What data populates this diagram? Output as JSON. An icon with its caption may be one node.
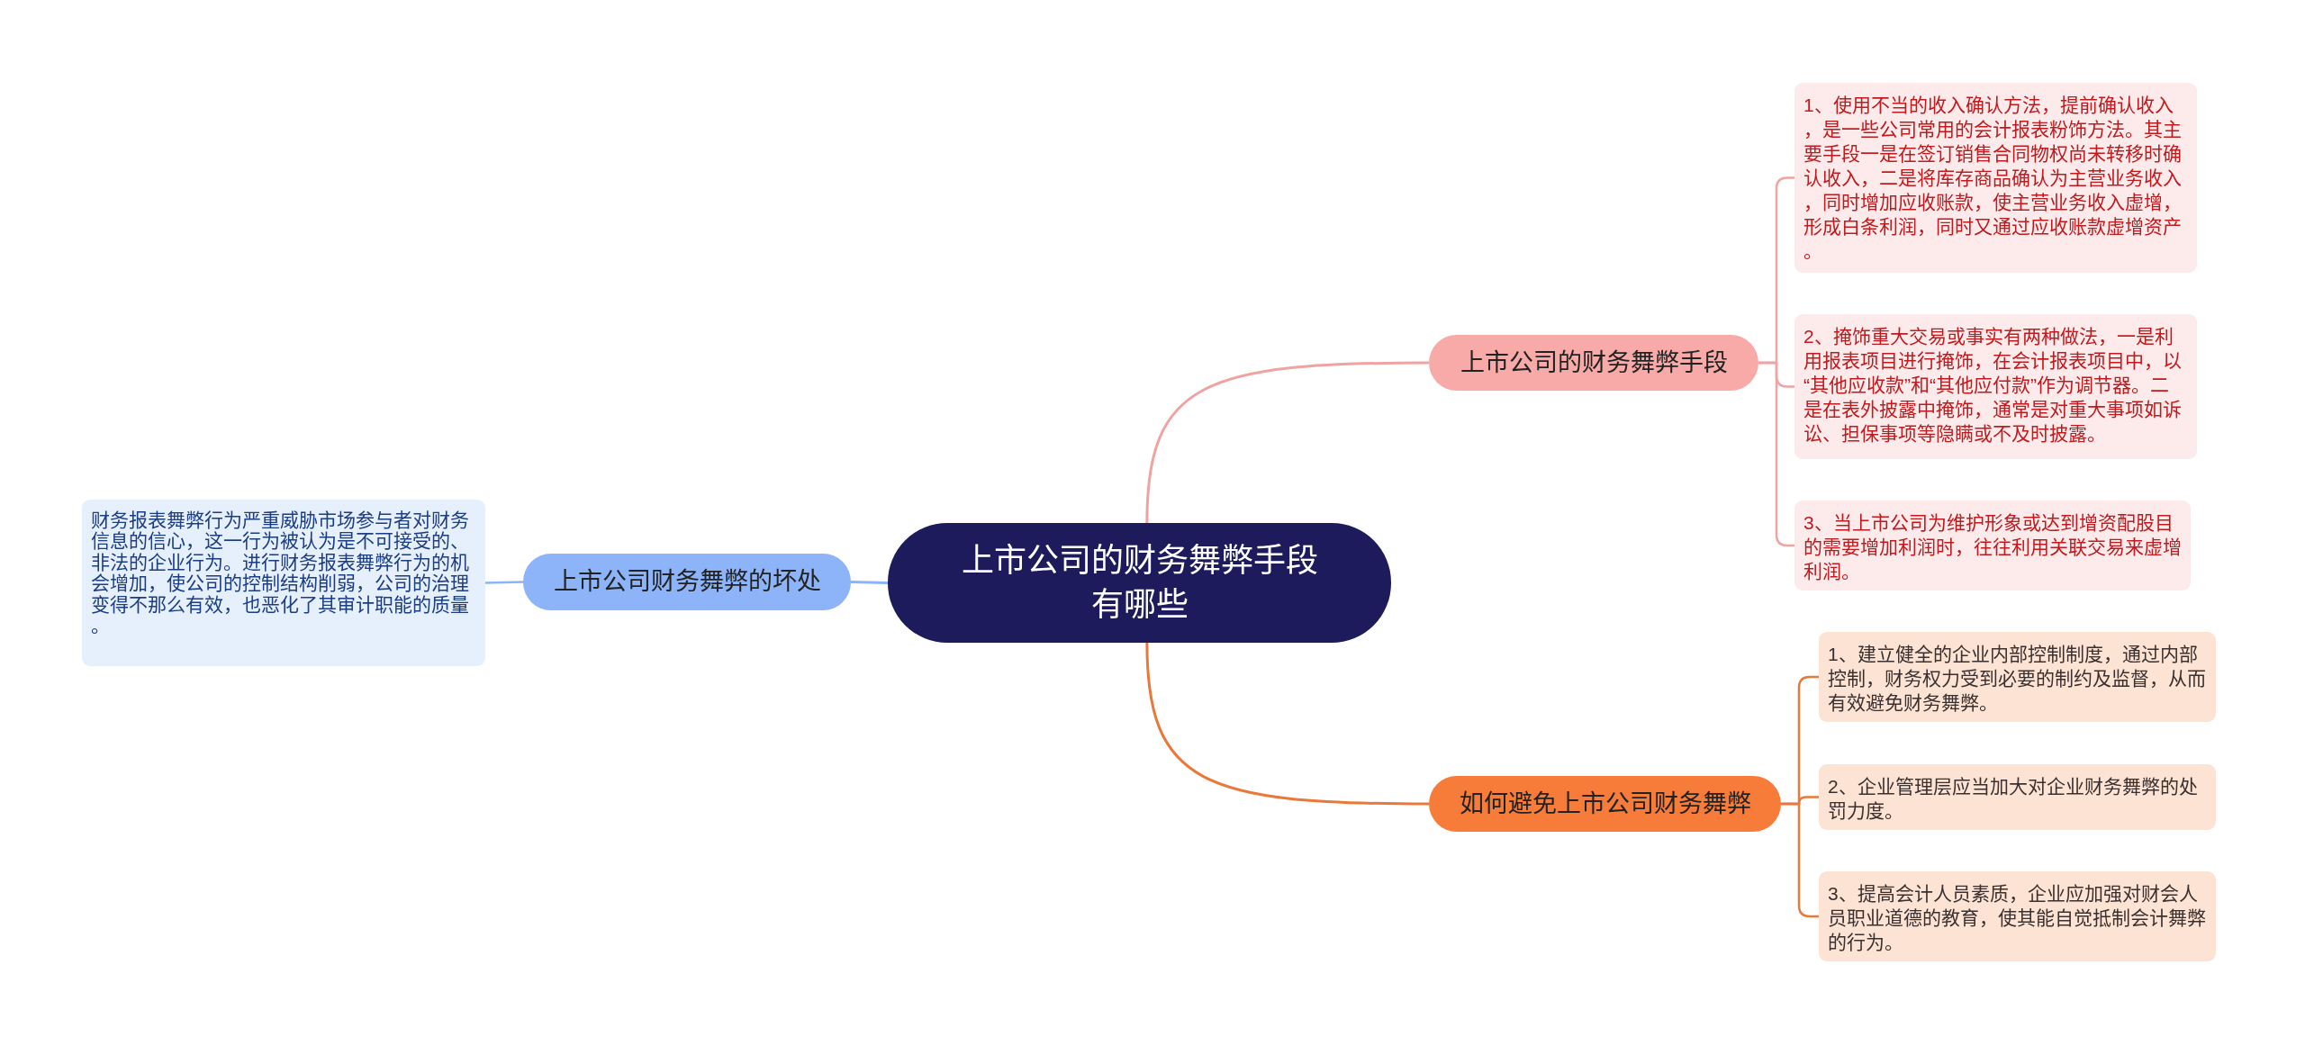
{
  "diagram": {
    "nodes": [
      {
        "text": [
          "上市公司的财务舞弊手段有哪些"
        ]
      },
      {
        "text": [
          "上市公司的财务舞弊手段"
        ]
      },
      {
        "text": [
          "1、使用不当的收入确认方法，提前确认收入，是一些公司常用的会计报表粉饰方法。其主要手段一是在签订销售合同物权尚未转移时确认收入，二是将库存商品确认为主营业务收入，同时增加应收账款，使主营业务收入虚增，形成白条利润，同时又通过应收账款虚增资产。"
        ]
      },
      {
        "text": [
          "2、掩饰重大交易或事实有两种做法，一是利用报表项目进行掩饰，在会计报表项目中，以“其他应收款”和“其他应付款”作为调节器。二是在表外披露中掩饰，通常是对重大事项如诉讼、担保事项等隐瞒或不及时披露。"
        ]
      },
      {
        "text": [
          "3、当上市公司为维护形象或达到增资配股目的需要增加利润时，往往利用关联交易来虚增利润。"
        ]
      },
      {
        "text": [
          "如何避免上市公司财务舞弊"
        ]
      },
      {
        "text": [
          "1、建立健全的企业内部控制制度，通过内部控制，财务权力受到必要的制约及监督，从而有效避免财务舞弊。"
        ]
      },
      {
        "text": [
          "2、企业管理层应当加大对企业财务舞弊的处罚力度。"
        ]
      },
      {
        "text": [
          "3、提高会计人员素质，企业应加强对财会人员职业道德的教育，使其能自觉抵制会计舞弊的行为。"
        ]
      },
      {
        "text": [
          "上市公司财务舞弊的坏处"
        ]
      },
      {
        "text": [
          "财务报表舞弊行为严重威胁市场参与者对财务信息的信心，这一行为被认为是不可接受的、非法的企业行为。进行财务报表舞弊行为的机会增加，使公司的控制结构削弱，公司的治理变得不那么有效，也恶化了其审计职能的质量。"
        ]
      }
    ],
    "edges": [
      {
        "from": 0,
        "to": 1,
        "arrow": "none"
      },
      {
        "from": 1,
        "to": 2,
        "arrow": "none"
      },
      {
        "from": 1,
        "to": 3,
        "arrow": "none"
      },
      {
        "from": 1,
        "to": 4,
        "arrow": "none"
      },
      {
        "from": 0,
        "to": 5,
        "arrow": "none",
        "color": "#e8793a"
      },
      {
        "from": 5,
        "to": 6,
        "arrow": "none",
        "color": "#e8793a"
      },
      {
        "from": 5,
        "to": 7,
        "arrow": "none",
        "color": "#e8793a"
      },
      {
        "from": 5,
        "to": 8,
        "arrow": "none",
        "color": "#e8793a"
      },
      {
        "from": 0,
        "to": 9,
        "arrow": "none",
        "color": "#8ab4f8"
      },
      {
        "from": 9,
        "to": 10,
        "arrow": "none",
        "color": "#8ab4f8"
      }
    ]
  }
}
